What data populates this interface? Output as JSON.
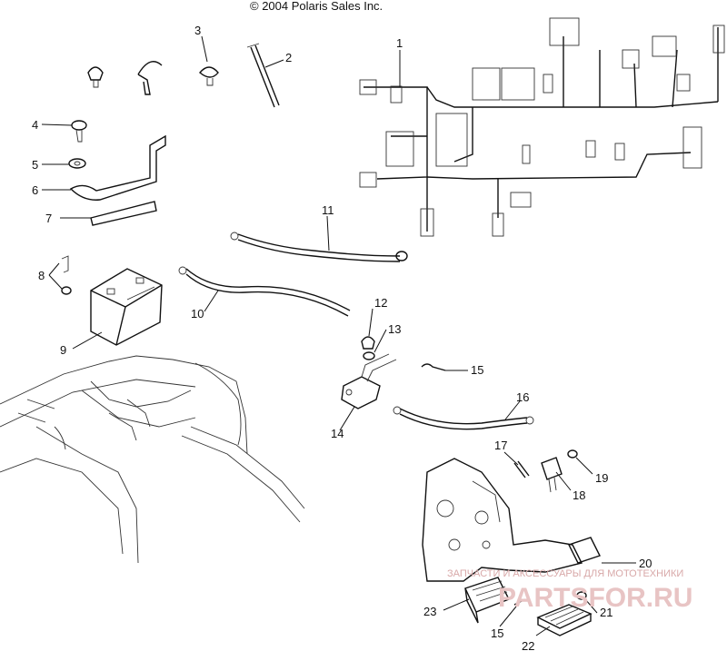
{
  "copyright": "© 2004 Polaris Sales Inc.",
  "watermark": {
    "tagline": "ЗАПЧАСТИ И АКСЕССУАРЫ ДЛЯ МОТОТЕХНИКИ",
    "logo_text": "PARTSFOR.RU",
    "color": "#e8c4c4"
  },
  "callouts": {
    "c1": "1",
    "c2": "2",
    "c3": "3",
    "c4": "4",
    "c5": "5",
    "c6": "6",
    "c7": "7",
    "c8": "8",
    "c9": "9",
    "c10": "10",
    "c11": "11",
    "c12": "12",
    "c13": "13",
    "c14": "14",
    "c15a": "15",
    "c15b": "15",
    "c16": "16",
    "c17": "17",
    "c18": "18",
    "c19": "19",
    "c20": "20",
    "c21": "21",
    "c22": "22",
    "c23": "23"
  },
  "line_color": "#111111"
}
